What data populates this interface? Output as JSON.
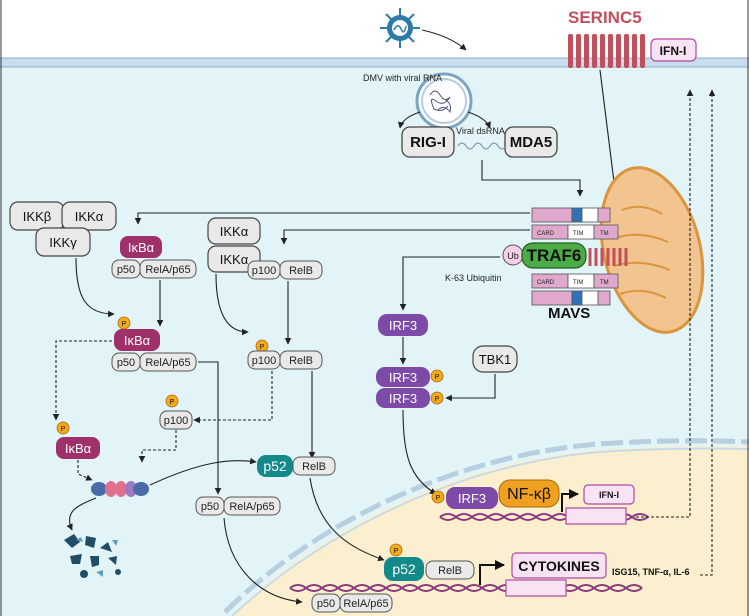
{
  "serinc5": "SERINC5",
  "ifn_top": "IFN-I",
  "dmv": "DMV with viral RNA",
  "rig": "RIG-I",
  "viral_dsrna": "Viral dsRNA",
  "mda5": "MDA5",
  "ikkb": "IKKβ",
  "ikka1": "IKKα",
  "ikkg": "IKKγ",
  "ikbakin": "IκBα",
  "p50": "p50",
  "rela": "RelA/p65",
  "ikka_a": "IKKα",
  "ikka_b": "IKKα",
  "p100": "p100",
  "relb": "RelB",
  "p_mark": "P",
  "card": "CARD",
  "tim": "TIM",
  "tm": "TM",
  "ub": "Ub",
  "traf6": "TRAF6",
  "k63": "K-63 Ubiquitin",
  "mavs": "MAVS",
  "irf3": "IRF3",
  "tbk1": "TBK1",
  "p52": "p52",
  "nfkb": "NF-κβ",
  "ifn_gene": "IFN-I",
  "cytokines": "CYTOKINES",
  "isg": "ISG15, TNF-α, IL-6",
  "colors": {
    "cytoplasm": "#e3f4f8",
    "nucleus": "#fcefcf",
    "membrane": "#b8d4e6",
    "serinc": "#c0505c",
    "ikb": "#a0306a",
    "irf3": "#7d4aa8",
    "traf6": "#4cab46",
    "p52": "#138a8a",
    "nfkb": "#f0a020",
    "phospho": "#f2a91e",
    "mito": "#f2c490",
    "dna": "#8b3a7e"
  }
}
